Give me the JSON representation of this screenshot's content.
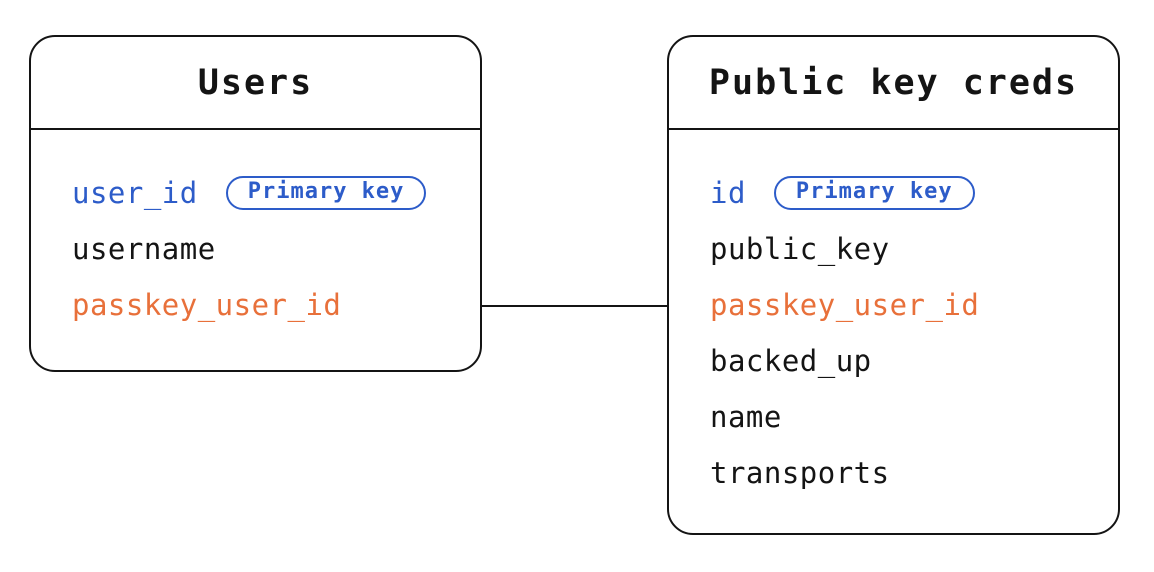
{
  "diagram": {
    "colors": {
      "line": "#141414",
      "blue": "#2d5cc9",
      "orange": "#e8703a",
      "background": "#ffffff"
    },
    "tables": [
      {
        "title": "Users",
        "fields": [
          {
            "name": "user_id",
            "color": "blue",
            "badge": "Primary key"
          },
          {
            "name": "username",
            "color": "black"
          },
          {
            "name": "passkey_user_id",
            "color": "orange"
          }
        ]
      },
      {
        "title": "Public key creds",
        "fields": [
          {
            "name": "id",
            "color": "blue",
            "badge": "Primary key"
          },
          {
            "name": "public_key",
            "color": "black"
          },
          {
            "name": "passkey_user_id",
            "color": "orange"
          },
          {
            "name": "backed_up",
            "color": "black"
          },
          {
            "name": "name",
            "color": "black"
          },
          {
            "name": "transports",
            "color": "black"
          }
        ]
      }
    ],
    "relationship": {
      "from": "Users.passkey_user_id",
      "to": "Public key creds.passkey_user_id"
    }
  }
}
